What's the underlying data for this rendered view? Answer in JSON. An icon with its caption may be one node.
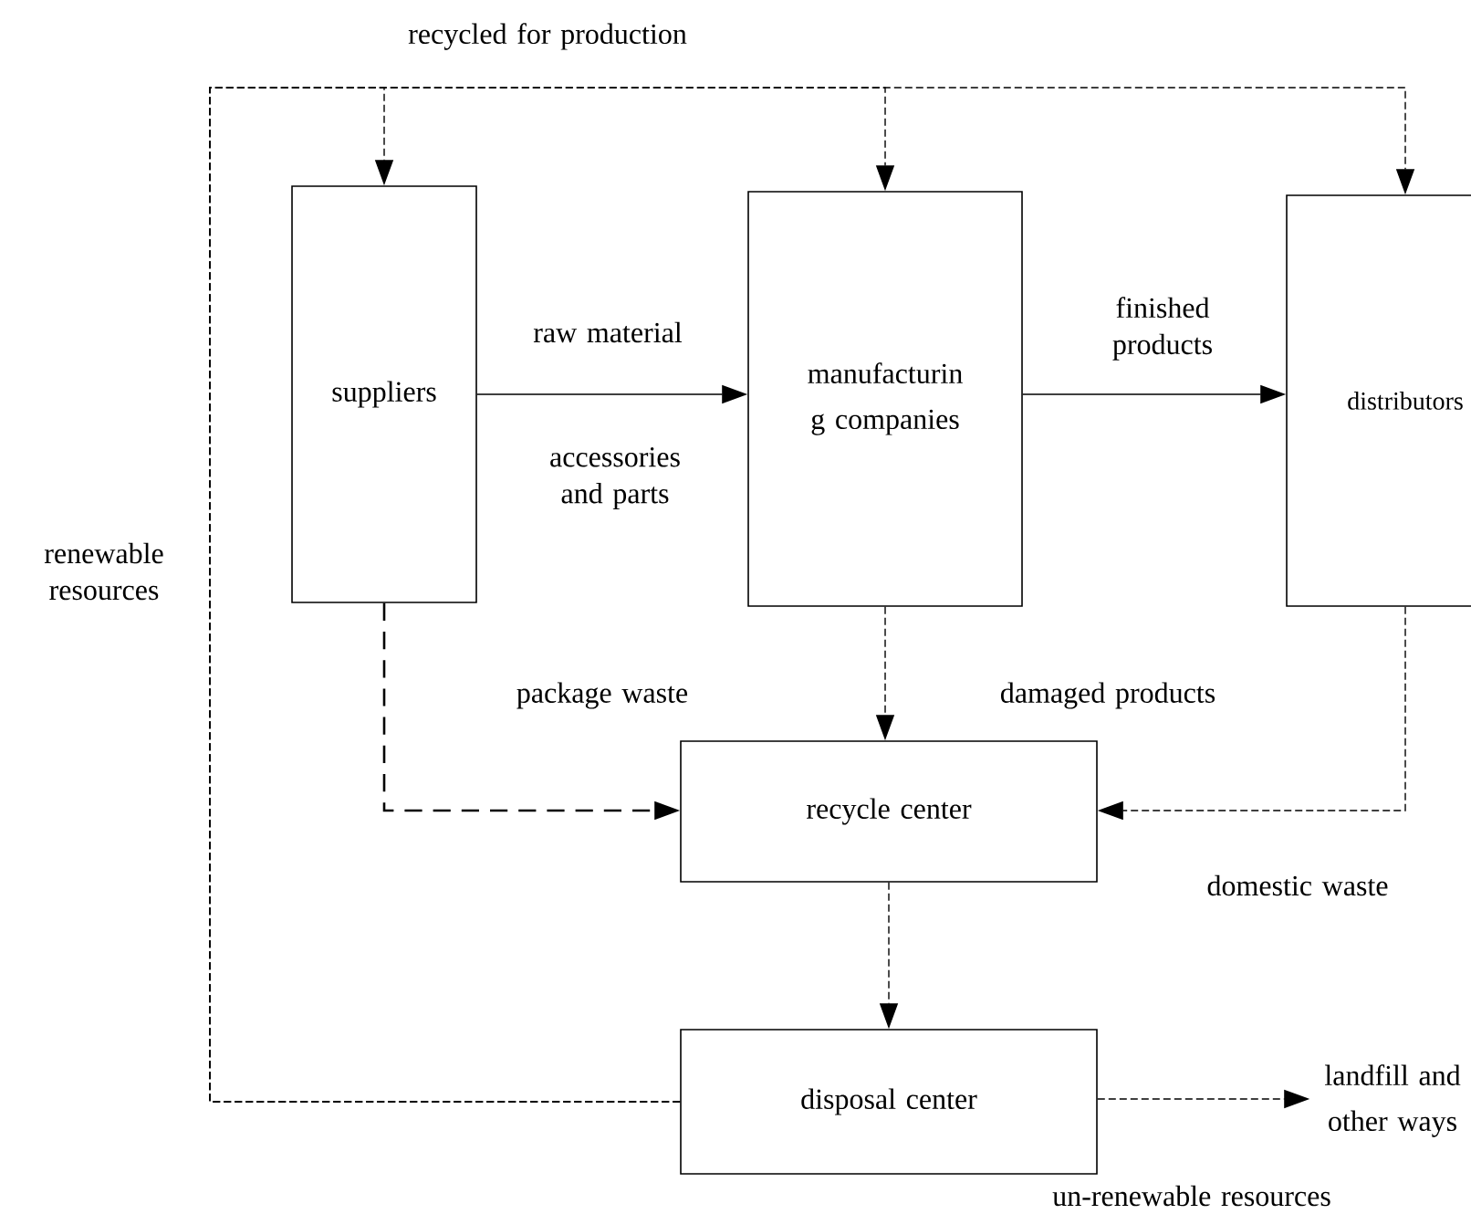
{
  "diagram": {
    "nodes": [
      {
        "text": [
          "suppliers"
        ]
      },
      {
        "text": [
          "manufacturin g companies"
        ]
      },
      {
        "text": [
          "distributors"
        ]
      },
      {
        "text": [
          "recycle center"
        ]
      },
      {
        "text": [
          "disposal center"
        ]
      },
      {
        "text": [
          "landfill and other ways"
        ]
      }
    ],
    "edges": [
      {
        "from": 4,
        "to": 0,
        "arrow": "to",
        "style": "dashed"
      },
      {
        "from": 4,
        "to": 1,
        "arrow": "to",
        "style": "dashed"
      },
      {
        "from": 4,
        "to": 2,
        "arrow": "to",
        "style": "dashed"
      },
      {
        "from": 0,
        "to": 1,
        "arrow": "to",
        "label": "raw material"
      },
      {
        "from": 1,
        "to": 2,
        "arrow": "to",
        "label": "finished products"
      },
      {
        "from": 0,
        "to": 3,
        "arrow": "to",
        "label": "package waste",
        "style": "dashed"
      },
      {
        "from": 1,
        "to": 3,
        "arrow": "to",
        "label": "damaged products",
        "style": "dashed"
      },
      {
        "from": 2,
        "to": 3,
        "arrow": "to",
        "label": "domestic waste",
        "style": "dashed"
      },
      {
        "from": 3,
        "to": 4,
        "arrow": "to",
        "style": "dashed"
      },
      {
        "from": 4,
        "to": 5,
        "arrow": "to",
        "label": "un-renewable resources",
        "style": "dashed"
      }
    ],
    "labels": [
      "recycled for production",
      "renewable resources",
      "accessories and parts"
    ]
  }
}
